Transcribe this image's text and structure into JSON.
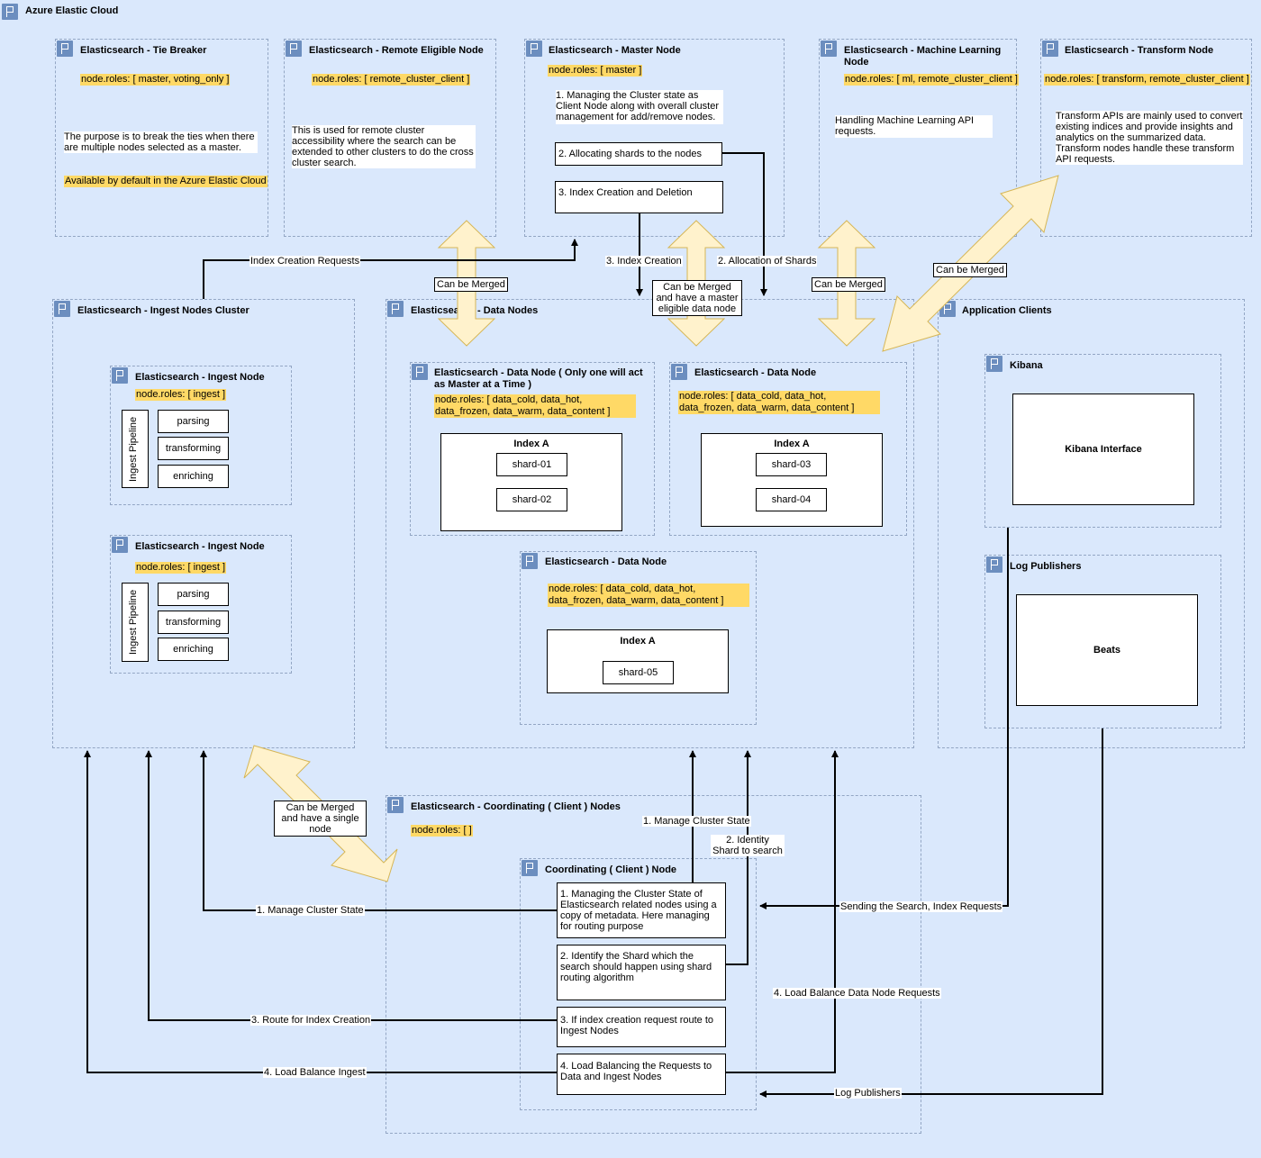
{
  "root_title": "Azure Elastic Cloud",
  "tie_breaker": {
    "title": "Elasticsearch - Tie Breaker",
    "roles": "node.roles: [ master, voting_only ]",
    "desc": "The purpose is to break the ties when there are multiple nodes selected as a master.",
    "note": "Available by default in the Azure Elastic Cloud"
  },
  "remote_node": {
    "title": "Elasticsearch - Remote Eligible Node",
    "roles": "node.roles: [ remote_cluster_client ]",
    "desc": "This is used for remote cluster accessibility where the search can be extended to other clusters to do the cross cluster search."
  },
  "master_node": {
    "title": "Elasticsearch - Master Node",
    "roles": "node.roles: [ master ]",
    "items": [
      "1. Managing the Cluster state as Client Node along with overall cluster management for add/remove nodes.",
      "2. Allocating shards to the nodes",
      "3. Index Creation and Deletion"
    ]
  },
  "ml_node": {
    "title": "Elasticsearch - Machine Learning Node",
    "roles": "node.roles: [ ml, remote_cluster_client ]",
    "desc": "Handling Machine Learning API requests."
  },
  "transform_node": {
    "title": "Elasticsearch - Transform Node",
    "roles": "node.roles: [ transform, remote_cluster_client ]",
    "desc": "Transform APIs are mainly used to convert existing indices and provide insights and analytics on the summarized data. Transform nodes handle these transform API requests."
  },
  "ingest_cluster": {
    "title": "Elasticsearch - Ingest Nodes Cluster",
    "nodes": [
      {
        "title": "Elasticsearch - Ingest Node",
        "roles": "node.roles: [ ingest ]",
        "pipeline": "Ingest Pipeline",
        "steps": [
          "parsing",
          "transforming",
          "enriching"
        ]
      },
      {
        "title": "Elasticsearch - Ingest Node",
        "roles": "node.roles: [ ingest ]",
        "pipeline": "Ingest Pipeline",
        "steps": [
          "parsing",
          "transforming",
          "enriching"
        ]
      }
    ]
  },
  "data_nodes": {
    "title": "Elasticsearch - Data Nodes",
    "nodes": [
      {
        "title": "Elasticsearch - Data Node ( Only one will act as Master at a Time )",
        "roles": "node.roles: [ data_cold, data_hot, data_frozen, data_warm, data_content ]",
        "index": "Index A",
        "shards": [
          "shard-01",
          "shard-02"
        ]
      },
      {
        "title": "Elasticsearch - Data Node",
        "roles": "node.roles: [ data_cold, data_hot, data_frozen, data_warm, data_content ]",
        "index": "Index A",
        "shards": [
          "shard-03",
          "shard-04"
        ]
      },
      {
        "title": "Elasticsearch - Data Node",
        "roles": "node.roles: [ data_cold, data_hot, data_frozen, data_warm, data_content ]",
        "index": "Index A",
        "shards": [
          "shard-05"
        ]
      }
    ]
  },
  "app_clients": {
    "title": "Application Clients",
    "kibana": {
      "title": "Kibana",
      "box": "Kibana Interface"
    },
    "publishers": {
      "title": "Log Publishers",
      "box": "Beats"
    }
  },
  "coord": {
    "title": "Elasticsearch - Coordinating ( Client ) Nodes",
    "roles": "node.roles: [ ]",
    "node_title": "Coordinating ( Client ) Node",
    "items": [
      "1. Managing the Cluster State of Elasticsearch related nodes using a copy of metadata. Here managing for routing purpose",
      "2. Identify the Shard which the search should happen using shard routing algorithm",
      "3. If index creation request route to Ingest Nodes",
      "4. Load Balancing the Requests to Data and Ingest Nodes"
    ]
  },
  "edge_labels": {
    "index_creation_requests": "Index Creation Requests",
    "index_creation": "3. Index Creation",
    "allocation": "2. Allocation of Shards",
    "merge1": "Can be Merged",
    "merge_master": "Can be Merged and have a master eligible data node",
    "merge3": "Can be Merged",
    "merge4": "Can be Merged",
    "merge_single": "Can be Merged and have a single node",
    "manage_cluster_state": "1. Manage Cluster State",
    "identity_shard": "2. Identity Shard to search",
    "manage_cluster_state_ingest": "1. Manage Cluster State",
    "sending_requests": "Sending the Search, Index Requests",
    "lb_data": "4. Load Balance Data Node Requests",
    "route_index": "3. Route for Index Creation",
    "lb_ingest": "4. Load Balance Ingest",
    "log_publishers": "Log Publishers"
  }
}
